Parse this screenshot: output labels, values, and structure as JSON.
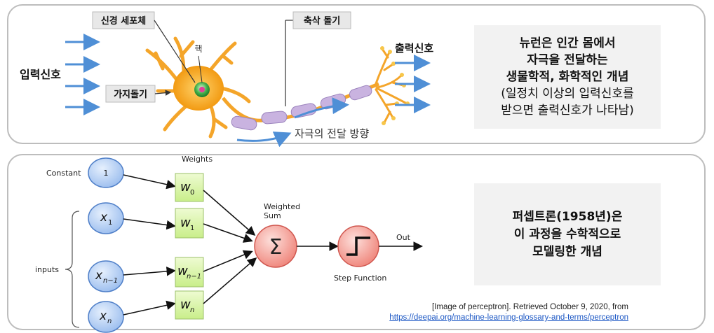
{
  "neuron": {
    "input_signal": "입력신호",
    "cell_body": "신경 세포체",
    "nucleus": "핵",
    "dendrite": "가지돌기",
    "axon": "축삭 돌기",
    "output_signal": "출력신호",
    "direction": "자극의 전달  방향",
    "description": {
      "line1": "뉴런은 인간 몸에서",
      "line2": "자극을 전달하는",
      "line3": "생물학적, 화학적인 개념",
      "line4": "(일정치 이상의 입력신호를",
      "line5": "받으면 출력신호가 나타남)"
    }
  },
  "perceptron": {
    "weights_title": "Weights",
    "constant_label": "Constant",
    "constant_value": "1",
    "inputs_label": "inputs",
    "weighted_sum_label": "Weighted\nSum",
    "weighted_sum_line1": "Weighted",
    "weighted_sum_line2": "Sum",
    "sum_symbol": "Σ",
    "step_function_label": "Step Function",
    "out_label": "Out",
    "input_nodes": [
      {
        "base": "x",
        "sub": "1"
      },
      {
        "base": "x",
        "sub": "n−1"
      },
      {
        "base": "x",
        "sub": "n"
      }
    ],
    "weight_nodes": [
      {
        "base": "w",
        "sub": "0"
      },
      {
        "base": "w",
        "sub": "1"
      },
      {
        "base": "w",
        "sub": "n−1"
      },
      {
        "base": "w",
        "sub": "n"
      }
    ],
    "description": {
      "line1": "퍼셉트론(1958년)은",
      "line2": "이 과정을 수학적으로",
      "line3": "모델링한 개념"
    }
  },
  "citation": {
    "text": "[Image of perceptron]. Retrieved October 9, 2020, from",
    "url": "https://deepai.org/machine-learning-glossary-and-terms/perceptron"
  },
  "colors": {
    "arrow_blue": "#4f8fd6",
    "neuron_orange": "#f7a21b",
    "axon_lilac": "#c9b3e0",
    "node_blue": "#b4cff3",
    "weight_green": "#d7f3a2",
    "sum_red": "#f79a92"
  }
}
